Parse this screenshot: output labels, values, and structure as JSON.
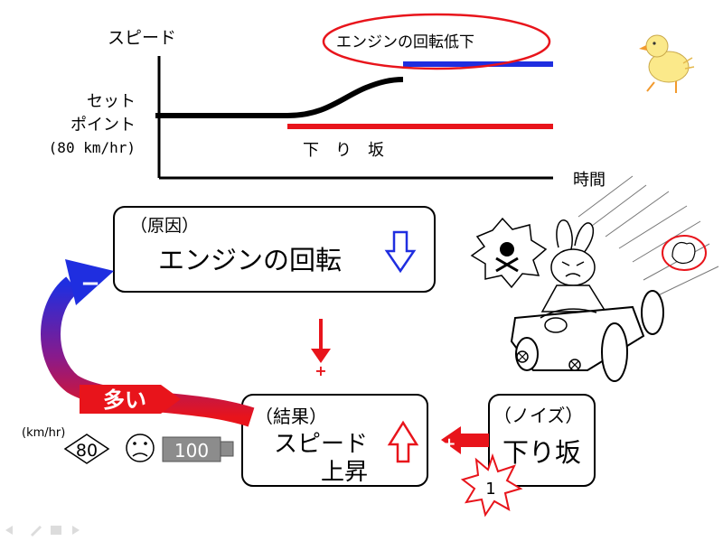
{
  "chart": {
    "y_axis_label": "スピード",
    "setpoint_line1": "セット",
    "setpoint_line2": "ポイント",
    "setpoint_unit": "(80 km/hr)",
    "x_axis_label": "時間",
    "blue_label": "エンジンの回転低下",
    "red_label": "下　り　坂"
  },
  "cause": {
    "paren": "（原因）",
    "text": "エンジンの回転"
  },
  "result": {
    "paren": "（結果）",
    "line1": "スピード",
    "line2": "上昇"
  },
  "noise": {
    "paren": "（ノイズ）",
    "text": "下り坂"
  },
  "feedback": {
    "minus": "−",
    "plus": "+",
    "many_label": "多い"
  },
  "speed_sign": {
    "unit": "(km/hr)",
    "limit": "80",
    "value": "100"
  },
  "burst_number": "1",
  "colors": {
    "red": "#e8141b",
    "blue": "#1f2ee0",
    "black": "#000000"
  }
}
